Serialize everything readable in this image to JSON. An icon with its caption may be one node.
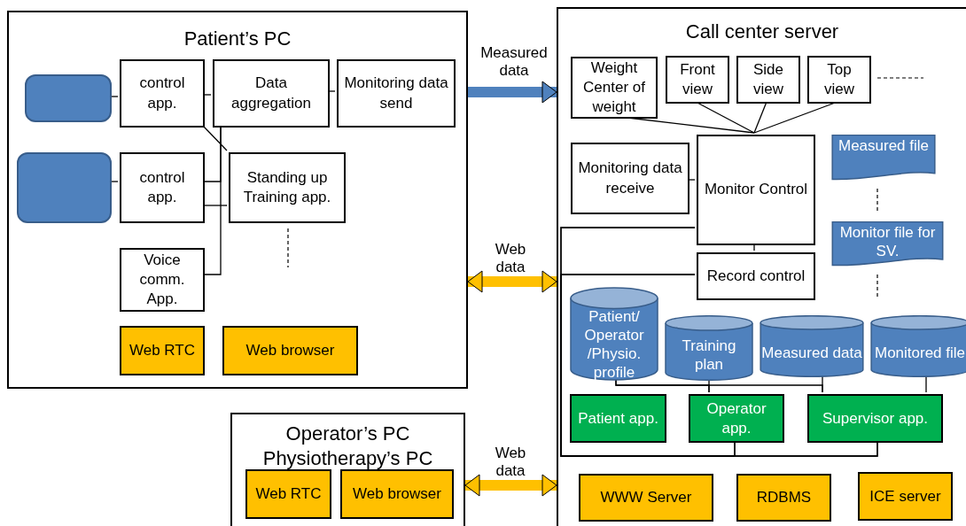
{
  "diagram": {
    "nodes": [
      {
        "text": [
          "Patient’s PC"
        ]
      },
      {
        "text": [],
        "shape": "box",
        "in": 0
      },
      {
        "text": [
          "control app."
        ],
        "in": 0
      },
      {
        "text": [
          "Data aggregation"
        ],
        "in": 0
      },
      {
        "text": [
          "Monitoring data send"
        ],
        "in": 0
      },
      {
        "text": [],
        "shape": "box",
        "in": 0
      },
      {
        "text": [
          "control app."
        ],
        "in": 0
      },
      {
        "text": [
          "Standing up Training app."
        ],
        "in": 0
      },
      {
        "text": [
          "Voice comm. App."
        ],
        "in": 0
      },
      {
        "text": [
          "Web RTC"
        ],
        "in": 0
      },
      {
        "text": [
          "Web browser"
        ],
        "in": 0
      },
      {
        "text": [
          "Call center server"
        ]
      },
      {
        "text": [
          "Weight Center of weight"
        ],
        "in": 11
      },
      {
        "text": [
          "Front view"
        ],
        "in": 11
      },
      {
        "text": [
          "Side view"
        ],
        "in": 11
      },
      {
        "text": [
          "Top view"
        ],
        "in": 11
      },
      {
        "text": [
          "Monitoring data receive"
        ],
        "in": 11
      },
      {
        "text": [
          "Monitor Control"
        ],
        "in": 11
      },
      {
        "text": [
          "Measured file"
        ],
        "in": 11
      },
      {
        "text": [
          "Monitor file for SV."
        ],
        "in": 11
      },
      {
        "text": [
          "Record control"
        ],
        "in": 11
      },
      {
        "text": [
          "Patient/ Operator /Physio. profile"
        ],
        "in": 11
      },
      {
        "text": [
          "Training plan"
        ],
        "in": 11
      },
      {
        "text": [
          "Measured data"
        ],
        "in": 11
      },
      {
        "text": [
          "Monitored file"
        ],
        "in": 11
      },
      {
        "text": [
          "Patient app."
        ],
        "in": 11
      },
      {
        "text": [
          "Operator app."
        ],
        "in": 11
      },
      {
        "text": [
          "Supervisor app."
        ],
        "in": 11
      },
      {
        "text": [
          "WWW Server"
        ],
        "in": 11
      },
      {
        "text": [
          "RDBMS"
        ],
        "in": 11
      },
      {
        "text": [
          "ICE server"
        ],
        "in": 11
      },
      {
        "text": [
          "Operator’s PC",
          "Physiotherapy’s PC"
        ]
      },
      {
        "text": [
          "Web RTC"
        ],
        "in": 31
      },
      {
        "text": [
          "Web browser"
        ],
        "in": 31
      }
    ],
    "edges": [
      {
        "from": 0,
        "to": 11,
        "arrow": "to",
        "label": "Measured data",
        "style": "thick",
        "color": "#4f81bd"
      },
      {
        "from": 0,
        "to": 11,
        "arrow": "both",
        "label": "Web data",
        "style": "thick",
        "color": "#ffc000"
      },
      {
        "from": 31,
        "to": 11,
        "arrow": "both",
        "label": "Web data",
        "style": "thick",
        "color": "#ffc000"
      },
      {
        "from": 1,
        "to": 2,
        "arrow": "none"
      },
      {
        "from": 2,
        "to": 3,
        "arrow": "none"
      },
      {
        "from": 3,
        "to": 4,
        "arrow": "none"
      },
      {
        "from": 2,
        "to": 7,
        "arrow": "none"
      },
      {
        "from": 5,
        "to": 6,
        "arrow": "none"
      },
      {
        "from": 3,
        "to": 6,
        "arrow": "none"
      },
      {
        "from": 6,
        "to": 7,
        "arrow": "none"
      },
      {
        "from": 3,
        "to": 8,
        "arrow": "none"
      },
      {
        "from": 12,
        "to": 17,
        "arrow": "none"
      },
      {
        "from": 13,
        "to": 17,
        "arrow": "none"
      },
      {
        "from": 14,
        "to": 17,
        "arrow": "none"
      },
      {
        "from": 15,
        "to": 17,
        "arrow": "none"
      },
      {
        "from": 16,
        "to": 17,
        "arrow": "none"
      },
      {
        "from": 17,
        "to": 20,
        "arrow": "none"
      },
      {
        "from": 17,
        "to": 26,
        "arrow": "none"
      },
      {
        "from": 17,
        "to": 27,
        "arrow": "none"
      },
      {
        "from": 20,
        "to": 26,
        "arrow": "none"
      },
      {
        "from": 20,
        "to": 27,
        "arrow": "none"
      },
      {
        "from": 21,
        "to": 26,
        "arrow": "none"
      },
      {
        "from": 21,
        "to": 27,
        "arrow": "none"
      },
      {
        "from": 22,
        "to": 26,
        "arrow": "none"
      },
      {
        "from": 23,
        "to": 27,
        "arrow": "none"
      },
      {
        "from": 24,
        "to": 27,
        "arrow": "none"
      }
    ]
  }
}
